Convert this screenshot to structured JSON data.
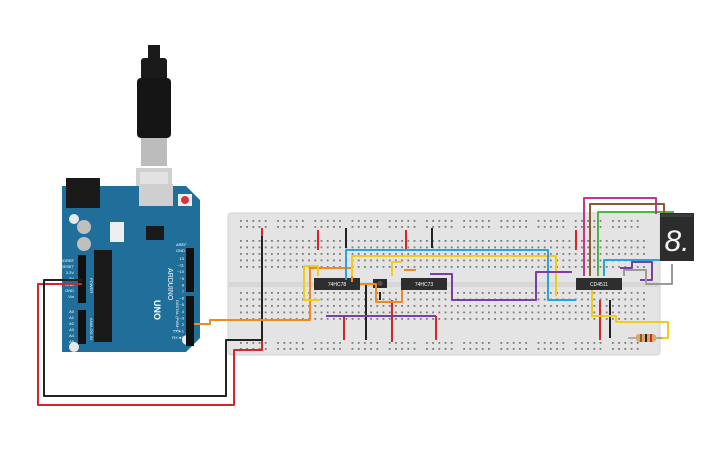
{
  "canvas": {
    "title": ""
  },
  "arduino": {
    "brand_text": "ARDUINO",
    "model_text": "UNO",
    "aref_label": "AREF",
    "gnd_label": "GND",
    "digital_pins": [
      "13",
      "~11",
      "~10",
      "~9",
      "8",
      "7",
      "~6",
      "~5",
      "4",
      "~3",
      "2",
      "TX►1",
      "RX◄0"
    ],
    "power_pins": [
      "IOREF",
      "RESET",
      "3.3V",
      "5V",
      "GND",
      "GND",
      "Vin"
    ],
    "analog_pins": [
      "A0",
      "A1",
      "A2",
      "A3",
      "A4",
      "A5"
    ],
    "digital_header_label": "DIGITAL (PWM~)",
    "power_header_label": "POWER",
    "analog_header_label": "ANALOG IN"
  },
  "chips": {
    "chip1_label": "74HC78",
    "chip2_label": "74HC73",
    "chip3_label": "CD4511"
  },
  "display": {
    "digit": "8."
  },
  "colors": {
    "board": "#1f6f9a",
    "breadboard": "#e4e4e4",
    "wire_red": "#d7262b",
    "wire_black": "#222222",
    "wire_orange": "#f08a1c",
    "wire_yellow": "#f2cc1c",
    "wire_blue": "#27a4dd",
    "wire_purple": "#7a3fa6",
    "wire_green": "#4fb548",
    "wire_magenta": "#c4378e",
    "wire_brown": "#8c5a2b",
    "wire_gray": "#9b9b9b"
  }
}
